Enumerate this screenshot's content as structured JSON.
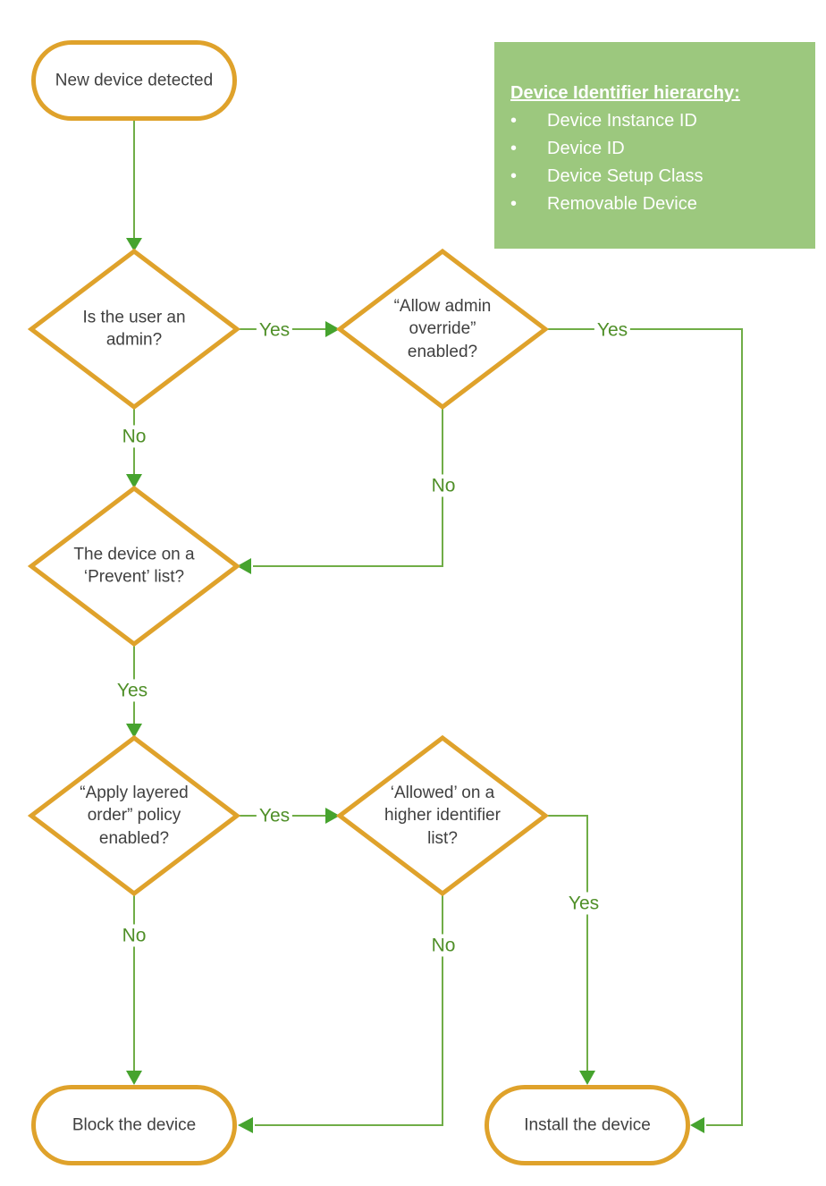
{
  "colors": {
    "shape_border": "#DFA22B",
    "connector_line": "#70AD47",
    "arrowhead": "#46A32E",
    "edge_label_text": "#4F8F28",
    "node_text": "#404040",
    "infobox_background": "#9CC87E",
    "infobox_text": "#FFFFFF"
  },
  "nodes": {
    "start": "New device detected",
    "is_admin": "Is the user an\nadmin?",
    "allow_override": "“Allow admin\noverride”\nenabled?",
    "prevent_list": "The device on a\n‘Prevent’ list?",
    "layered_order": "“Apply layered\norder” policy\nenabled?",
    "allowed_higher": "‘Allowed’ on a\nhigher identifier\nlist?",
    "block": "Block the device",
    "install": "Install the device"
  },
  "edge_labels": {
    "admin_yes": "Yes",
    "admin_no": "No",
    "override_yes": "Yes",
    "override_no": "No",
    "prevent_yes": "Yes",
    "layered_yes": "Yes",
    "layered_no": "No",
    "allowed_yes": "Yes",
    "allowed_no": "No"
  },
  "infobox": {
    "title": "Device Identifier hierarchy:",
    "bullet": "•",
    "items": [
      "Device Instance ID",
      "Device ID",
      "Device Setup Class",
      "Removable Device"
    ]
  }
}
